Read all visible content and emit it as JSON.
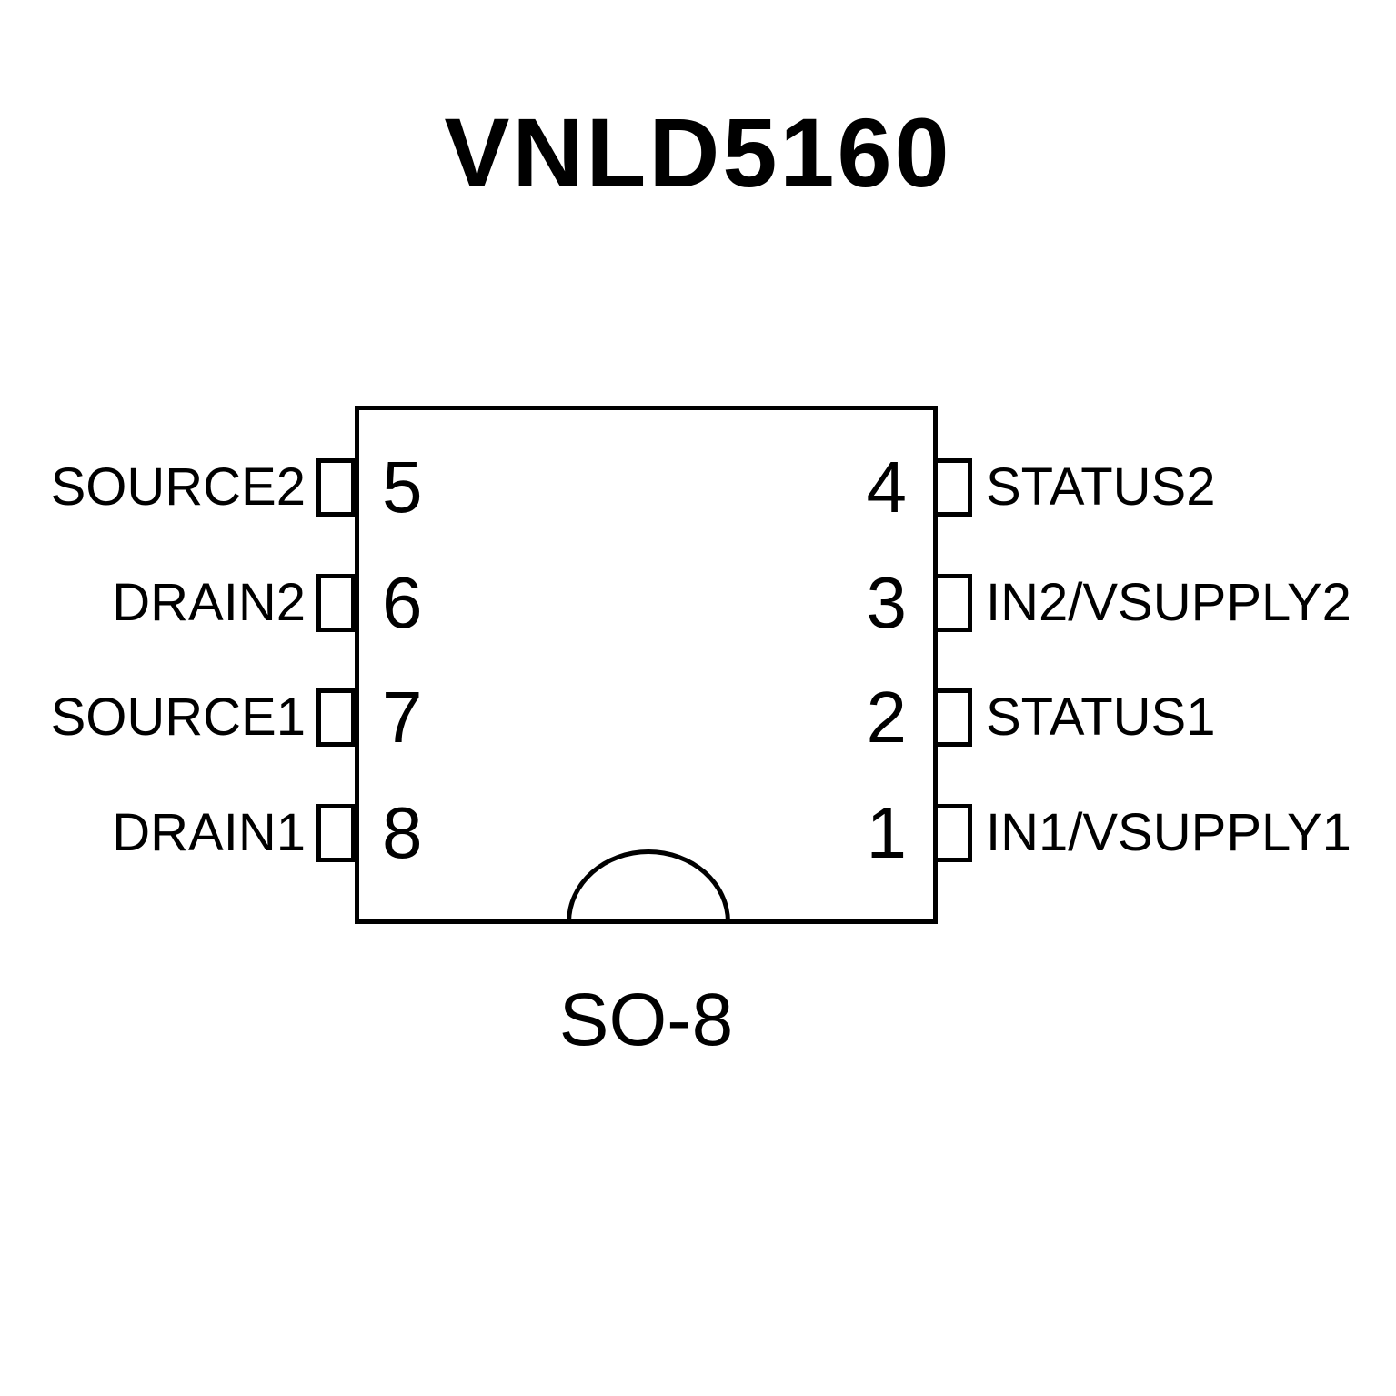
{
  "title": "VNLD5160",
  "package": {
    "name": "SO-8",
    "left_pins": [
      {
        "number": "5",
        "label": "SOURCE2"
      },
      {
        "number": "6",
        "label": "DRAIN2"
      },
      {
        "number": "7",
        "label": "SOURCE1"
      },
      {
        "number": "8",
        "label": "DRAIN1"
      }
    ],
    "right_pins": [
      {
        "number": "4",
        "label": "STATUS2"
      },
      {
        "number": "3",
        "label": "IN2/VSUPPLY2"
      },
      {
        "number": "2",
        "label": "STATUS1"
      },
      {
        "number": "1",
        "label": "IN1/VSUPPLY1"
      }
    ]
  },
  "colors": {
    "ink": "#000000",
    "background": "#ffffff"
  }
}
